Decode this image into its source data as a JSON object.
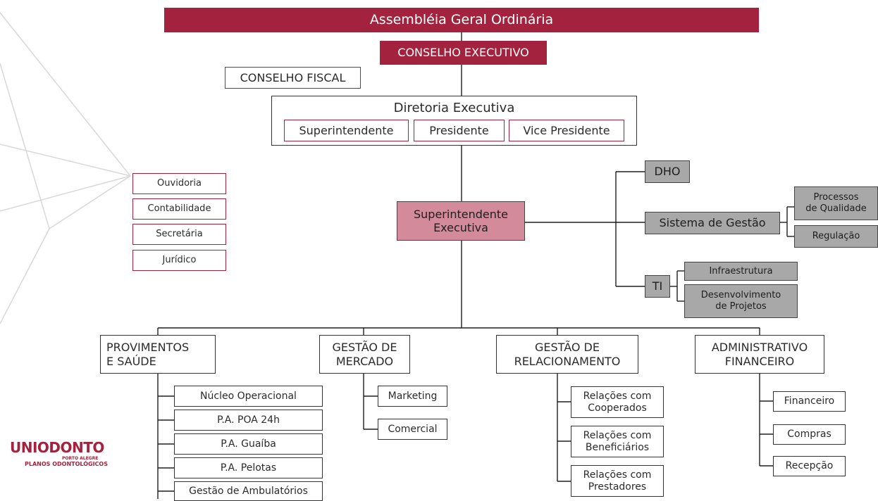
{
  "header": {
    "assembleia": "Assembléia Geral Ordinária",
    "conselho_executivo": "CONSELHO EXECUTIVO",
    "conselho_fiscal": "CONSELHO FISCAL"
  },
  "diretoria": {
    "title": "Diretoria Executiva",
    "members": [
      "Superintendente",
      "Presidente",
      "Vice Presidente"
    ]
  },
  "staff": [
    "Ouvidoria",
    "Contabilidade",
    "Secretária",
    "Jurídico"
  ],
  "superintendente_executiva": [
    "Superintendente",
    "Executiva"
  ],
  "support": {
    "dho": "DHO",
    "sistema_gestao": "Sistema de Gestão",
    "processos": [
      "Processos",
      "de Qualidade"
    ],
    "regulacao": "Regulação",
    "ti": "TI",
    "infraestrutura": "Infraestrutura",
    "desenvolvimento": [
      "Desenvolvimento",
      "de Projetos"
    ]
  },
  "departments": {
    "provimentos": {
      "title": [
        "PROVIMENTOS",
        "E SAÚDE"
      ],
      "items": [
        "Núcleo Operacional",
        "P.A. POA 24h",
        "P.A. Guaíba",
        "P.A. Pelotas",
        "Gestão de Ambulatórios"
      ]
    },
    "mercado": {
      "title": [
        "GESTÃO DE",
        "MERCADO"
      ],
      "items": [
        "Marketing",
        "Comercial"
      ]
    },
    "relacionamento": {
      "title": [
        "GESTÃO DE",
        "RELACIONAMENTO"
      ],
      "items": [
        [
          "Relações com",
          "Cooperados"
        ],
        [
          "Relações com",
          "Beneficiários"
        ],
        [
          "Relações com",
          "Prestadores"
        ]
      ]
    },
    "administrativo": {
      "title": [
        "ADMINISTRATIVO",
        "FINANCEIRO"
      ],
      "items": [
        "Financeiro",
        "Compras",
        "Recepção"
      ]
    }
  },
  "logo": {
    "name": "UNIODONTO",
    "city": "PORTO ALEGRE",
    "tagline": "PLANOS ODONTOLÓGICOS"
  },
  "colors": {
    "brand": "#a3233f",
    "pink": "#d38a9a",
    "grey": "#a8a8a8"
  }
}
